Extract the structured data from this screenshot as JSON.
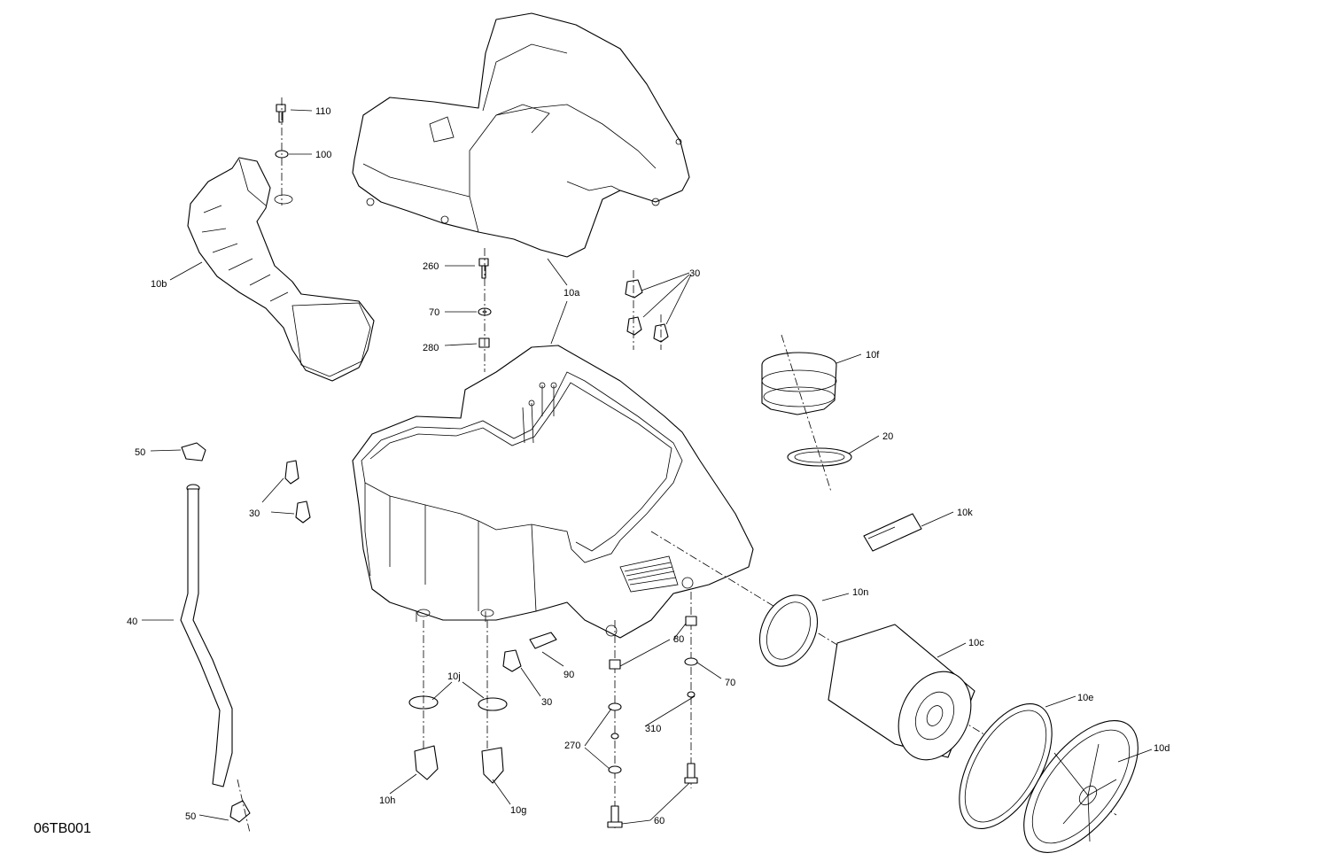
{
  "diagram_code": "06TB001",
  "callouts": {
    "c110": "110",
    "c100": "100",
    "c10b": "10b",
    "c10a": "10a",
    "c260": "260",
    "c70a": "70",
    "c280": "280",
    "c30a": "30",
    "c10f": "10f",
    "c20": "20",
    "c50a": "50",
    "c30b": "30",
    "c10k": "10k",
    "c40": "40",
    "c10n": "10n",
    "c80": "80",
    "c10c": "10c",
    "c90": "90",
    "c70b": "70",
    "c10j": "10j",
    "c30c": "30",
    "c310": "310",
    "c10e": "10e",
    "c270": "270",
    "c10d": "10d",
    "c10h": "10h",
    "c10g": "10g",
    "c50b": "50",
    "c60": "60"
  }
}
